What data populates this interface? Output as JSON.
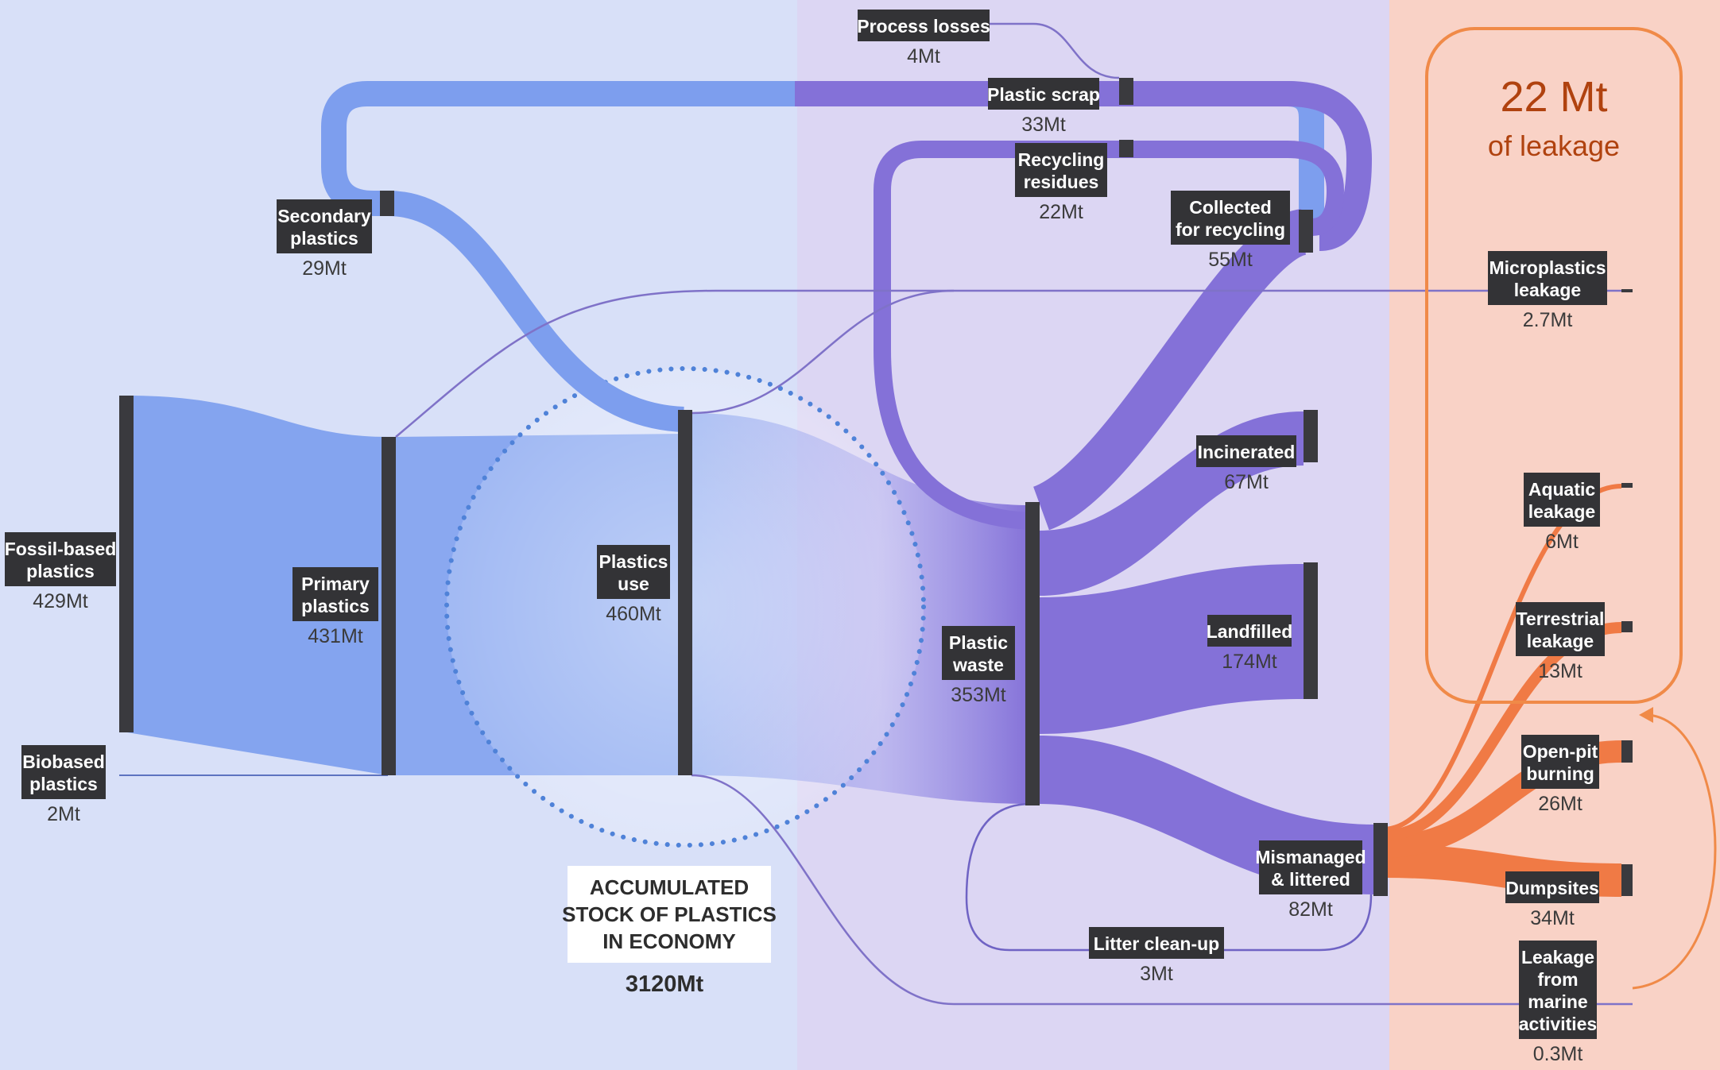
{
  "colors": {
    "zone_left": "#d8e0f8",
    "zone_mid": "#dcd6f3",
    "zone_right": "#f9d2c6",
    "flow_blue": "#7d9eee",
    "flow_purple": "#8471d8",
    "flow_orange": "#f07a45",
    "node": "#3a3a3e",
    "label_bg": "#333336",
    "label_text": "#ffffff",
    "value_text": "#3b3b3b",
    "leak_border": "#f08a48",
    "leak_text": "#b0420f",
    "dots": "#4f82d8"
  },
  "nodes": [
    {
      "key": "fossil",
      "label": [
        "Fossil-based",
        "plastics"
      ],
      "value": "429Mt"
    },
    {
      "key": "bio",
      "label": [
        "Biobased",
        "plastics"
      ],
      "value": "2Mt"
    },
    {
      "key": "primary",
      "label": [
        "Primary",
        "plastics"
      ],
      "value": "431Mt"
    },
    {
      "key": "secondary",
      "label": [
        "Secondary",
        "plastics"
      ],
      "value": "29Mt"
    },
    {
      "key": "use",
      "label": [
        "Plastics",
        "use"
      ],
      "value": "460Mt"
    },
    {
      "key": "process_losses",
      "label": [
        "Process losses"
      ],
      "value": "4Mt"
    },
    {
      "key": "scrap",
      "label": [
        "Plastic scrap"
      ],
      "value": "33Mt"
    },
    {
      "key": "residues",
      "label": [
        "Recycling",
        "residues"
      ],
      "value": "22Mt"
    },
    {
      "key": "collected",
      "label": [
        "Collected",
        "for recycling"
      ],
      "value": "55Mt"
    },
    {
      "key": "waste",
      "label": [
        "Plastic",
        "waste"
      ],
      "value": "353Mt"
    },
    {
      "key": "incinerated",
      "label": [
        "Incinerated"
      ],
      "value": "67Mt"
    },
    {
      "key": "landfilled",
      "label": [
        "Landfilled"
      ],
      "value": "174Mt"
    },
    {
      "key": "mismanaged",
      "label": [
        "Mismanaged",
        "& littered"
      ],
      "value": "82Mt"
    },
    {
      "key": "cleanup",
      "label": [
        "Litter clean-up"
      ],
      "value": "3Mt"
    },
    {
      "key": "micro",
      "label": [
        "Microplastics",
        "leakage"
      ],
      "value": "2.7Mt"
    },
    {
      "key": "aquatic",
      "label": [
        "Aquatic",
        "leakage"
      ],
      "value": "6Mt"
    },
    {
      "key": "terrestrial",
      "label": [
        "Terrestrial",
        "leakage"
      ],
      "value": "13Mt"
    },
    {
      "key": "openpit",
      "label": [
        "Open-pit",
        "burning"
      ],
      "value": "26Mt"
    },
    {
      "key": "dumpsites",
      "label": [
        "Dumpsites"
      ],
      "value": "34Mt"
    },
    {
      "key": "marine",
      "label": [
        "Leakage",
        "from",
        "marine",
        "activities"
      ],
      "value": "0.3Mt"
    }
  ],
  "stock": {
    "label": [
      "ACCUMULATED",
      "STOCK OF PLASTICS",
      "IN ECONOMY"
    ],
    "value": "3120Mt"
  },
  "leakage_total": {
    "value": "22 Mt",
    "caption": "of leakage"
  }
}
